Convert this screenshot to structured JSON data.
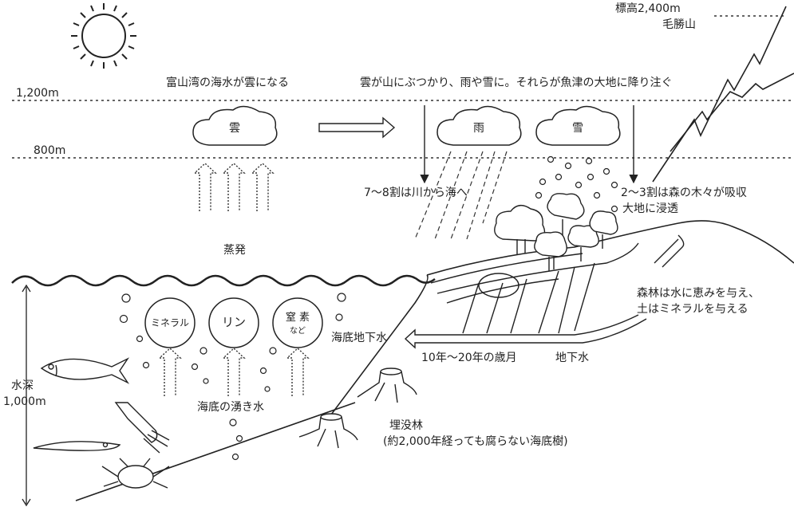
{
  "summit": {
    "height_label": "標高2,400m",
    "name": "毛勝山"
  },
  "altitude_lines": [
    "1,200m",
    "800m"
  ],
  "captions": {
    "cloud_forms": "富山湾の海水が雲になる",
    "mountain_precip": "雲が山にぶつかり、雨や雪に。それらが魚津の大地に降り注ぐ",
    "river_share": "7〜8割は川から海へ",
    "forest_share_1": "2〜3割は森の木々が吸収",
    "forest_share_2": "大地に浸透",
    "evaporation": "蒸発",
    "forest_gift_1": "森林は水に恵みを与え、",
    "forest_gift_2": "土はミネラルを与える",
    "submarine_gw": "海底地下水",
    "age": "10年〜20年の歳月",
    "groundwater": "地下水",
    "upwelling": "海底の湧き水",
    "buried_forest": "埋没林",
    "buried_forest_note": "(約2,000年経っても腐らない海底樹)",
    "depth_1": "水深",
    "depth_2": "1,000m"
  },
  "clouds": [
    "雲",
    "雨",
    "雪"
  ],
  "minerals": {
    "mineral": "ミネラル",
    "phosphorus": "リン",
    "nitrogen": "窒 素",
    "nitrogen_sub": "など"
  }
}
